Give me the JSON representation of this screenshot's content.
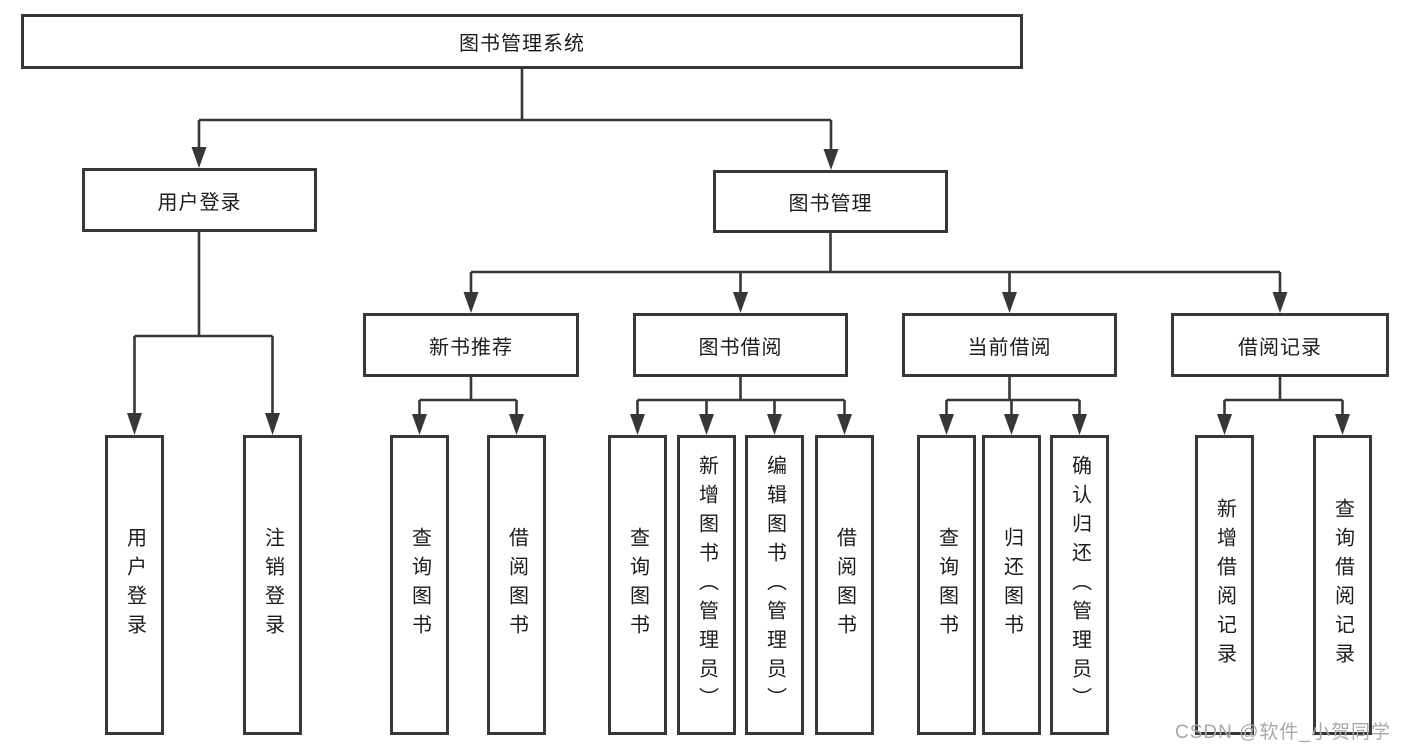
{
  "diagram": {
    "title": "图书管理系统",
    "branches": [
      {
        "label": "用户登录",
        "children": [
          "用户登录",
          "注销登录"
        ]
      },
      {
        "label": "图书管理",
        "children": [
          {
            "label": "新书推荐",
            "children": [
              "查询图书",
              "借阅图书"
            ]
          },
          {
            "label": "图书借阅",
            "children": [
              "查询图书",
              "新增图书（管理员）",
              "编辑图书（管理员）",
              "借阅图书"
            ]
          },
          {
            "label": "当前借阅",
            "children": [
              "查询图书",
              "归还图书",
              "确认归还（管理员）"
            ]
          },
          {
            "label": "借阅记录",
            "children": [
              "新增借阅记录",
              "查询借阅记录"
            ]
          }
        ]
      }
    ]
  },
  "watermark": "CSDN @软件_小贺同学",
  "colors": {
    "line": "#373737",
    "box_border": "#373737",
    "text": "#1c1c1c",
    "watermark": "#a9a9a9",
    "background": "#ffffff"
  }
}
